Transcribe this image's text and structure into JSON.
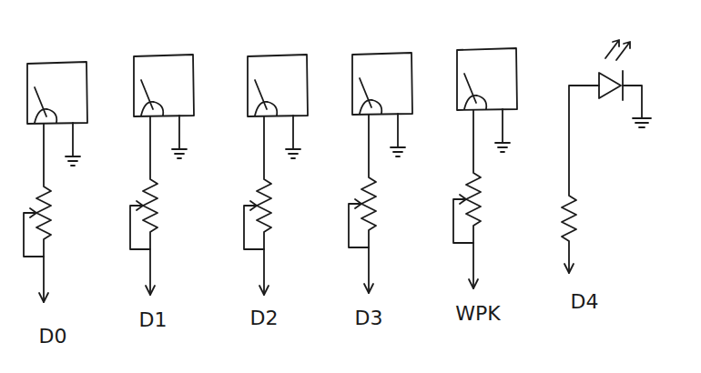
{
  "diagram": {
    "labels": [
      "D0",
      "D1",
      "D2",
      "D3",
      "WPK",
      "D4"
    ]
  }
}
